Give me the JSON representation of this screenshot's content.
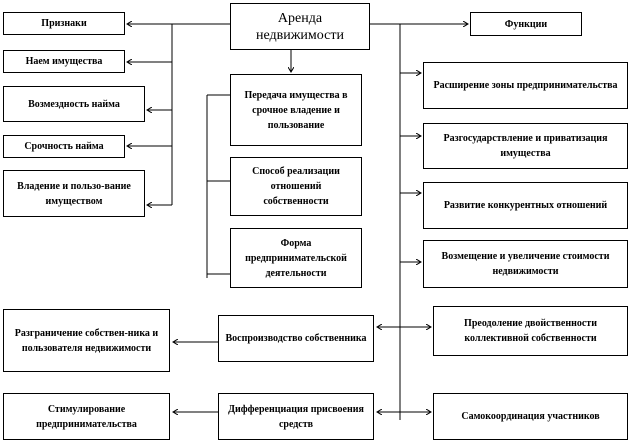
{
  "center": "Аренда недвижимости",
  "left_column": {
    "header": "Признаки",
    "items": [
      "Наем имущества",
      "Возмездность найма",
      "Срочность найма",
      "Владение и пользо-вание имуществом"
    ]
  },
  "middle_column": [
    "Передача имущества в срочное владение и пользование",
    "Способ реализации отношений собственности",
    "Форма предпринимательской деятельности"
  ],
  "right_column": {
    "header": "Функции",
    "items": [
      "Расширение зоны предпринимательства",
      "Разгосударствление и приватизация имущества",
      "Развитие конкурентных отношений",
      "Возмещение и увеличение стоимости недвижимости",
      "Преодоление двойственности коллективной собственности",
      "Самокоординация участников"
    ]
  },
  "bottom_middle": [
    "Воспроизводство собственника",
    "Дифференциация присвоения средств"
  ],
  "bottom_left": [
    "Разграничение собствен-ника и пользователя недвижимости",
    "Стимулирование предпринимательства"
  ]
}
